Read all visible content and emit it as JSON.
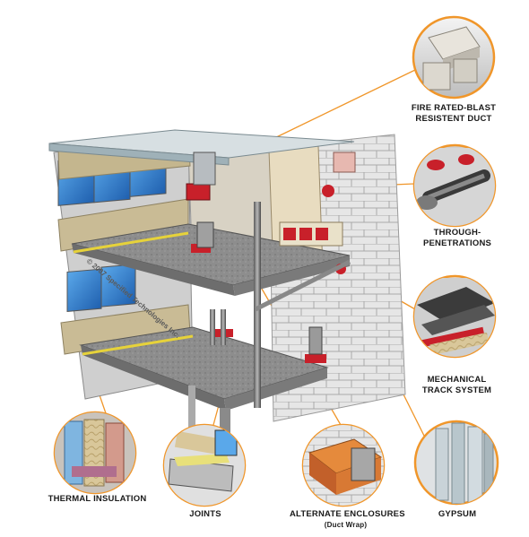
{
  "copyright": "© 2007 Specified Technologies Inc.",
  "callouts": [
    {
      "id": "duct",
      "lines": [
        "FIRE RATED-BLAST",
        "RESISTENT DUCT"
      ]
    },
    {
      "id": "penetrations",
      "lines": [
        "THROUGH-",
        "PENETRATIONS"
      ]
    },
    {
      "id": "track",
      "lines": [
        "MECHANICAL",
        "TRACK SYSTEM"
      ]
    },
    {
      "id": "gypsum",
      "lines": [
        "GYPSUM"
      ]
    },
    {
      "id": "enclosures",
      "lines": [
        "ALTERNATE ENCLOSURES"
      ],
      "sub": "(Duct Wrap)"
    },
    {
      "id": "joints",
      "lines": [
        "JOINTS"
      ]
    },
    {
      "id": "thermal",
      "lines": [
        "THERMAL INSULATION"
      ]
    }
  ],
  "colors": {
    "accent": "#f0962a",
    "fire_red": "#c8202a",
    "glass": "#3f8fd6",
    "concrete": "#8e8e8e",
    "block": "#e4e4e4"
  }
}
